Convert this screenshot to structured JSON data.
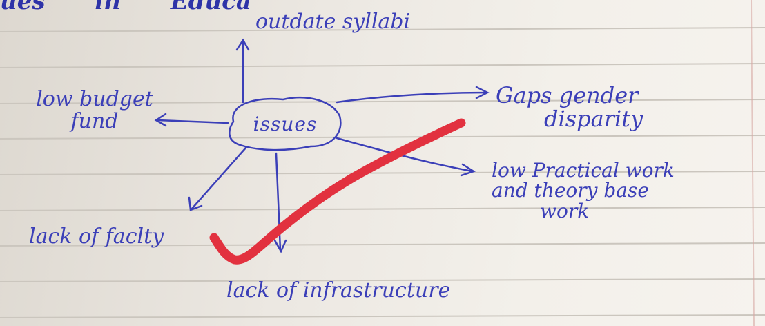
{
  "heading_fragments": [
    "ues",
    "in",
    "Educa"
  ],
  "center_node": "issues",
  "branches": {
    "top": "outdate syllabi",
    "left": [
      "low budget",
      "fund"
    ],
    "right_upper": [
      "Gaps gender",
      "disparity"
    ],
    "right_lower": [
      "low Practical work",
      "and theory base",
      "work"
    ],
    "bottom_left": "lack of faclty",
    "bottom": "lack of infrastructure"
  },
  "colors": {
    "ink": "#3b3fb8",
    "check": "#e2313f",
    "paper": "#f1ede7",
    "rule": "#c9c4bc"
  }
}
